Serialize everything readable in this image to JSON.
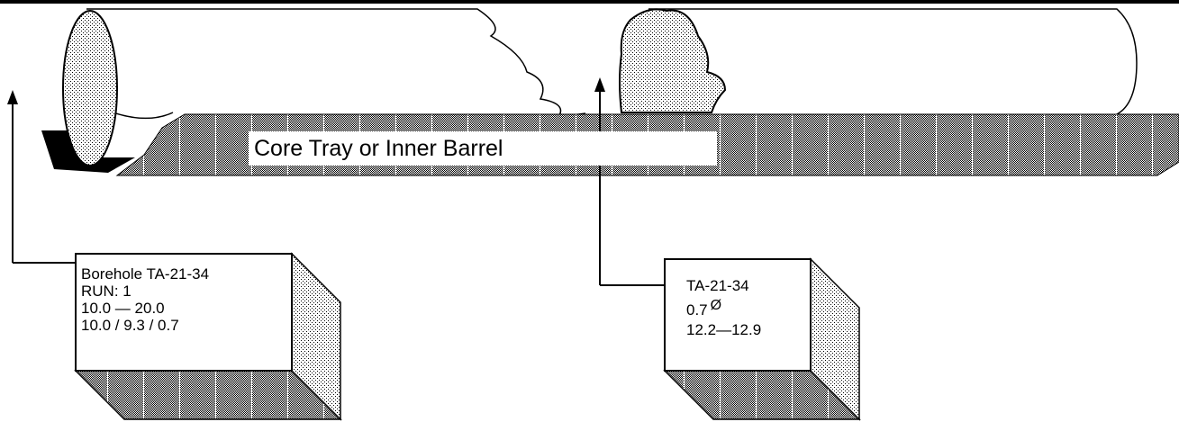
{
  "tray": {
    "label": "Core Tray or Inner Barrel"
  },
  "tag_run": {
    "lines": [
      "Borehole TA-21-34",
      "RUN: 1",
      "10.0 — 20.0",
      "10.0 / 9.3 / 0.7"
    ]
  },
  "tag_sample": {
    "line1": "TA-21-34",
    "line2": "0.7",
    "diameter_symbol": "Ø",
    "line3": "12.2—12.9"
  },
  "colors": {
    "line": "#000000",
    "background": "#ffffff",
    "dot_fill": "stipple-pattern",
    "grid_fill": "checker-pattern"
  }
}
